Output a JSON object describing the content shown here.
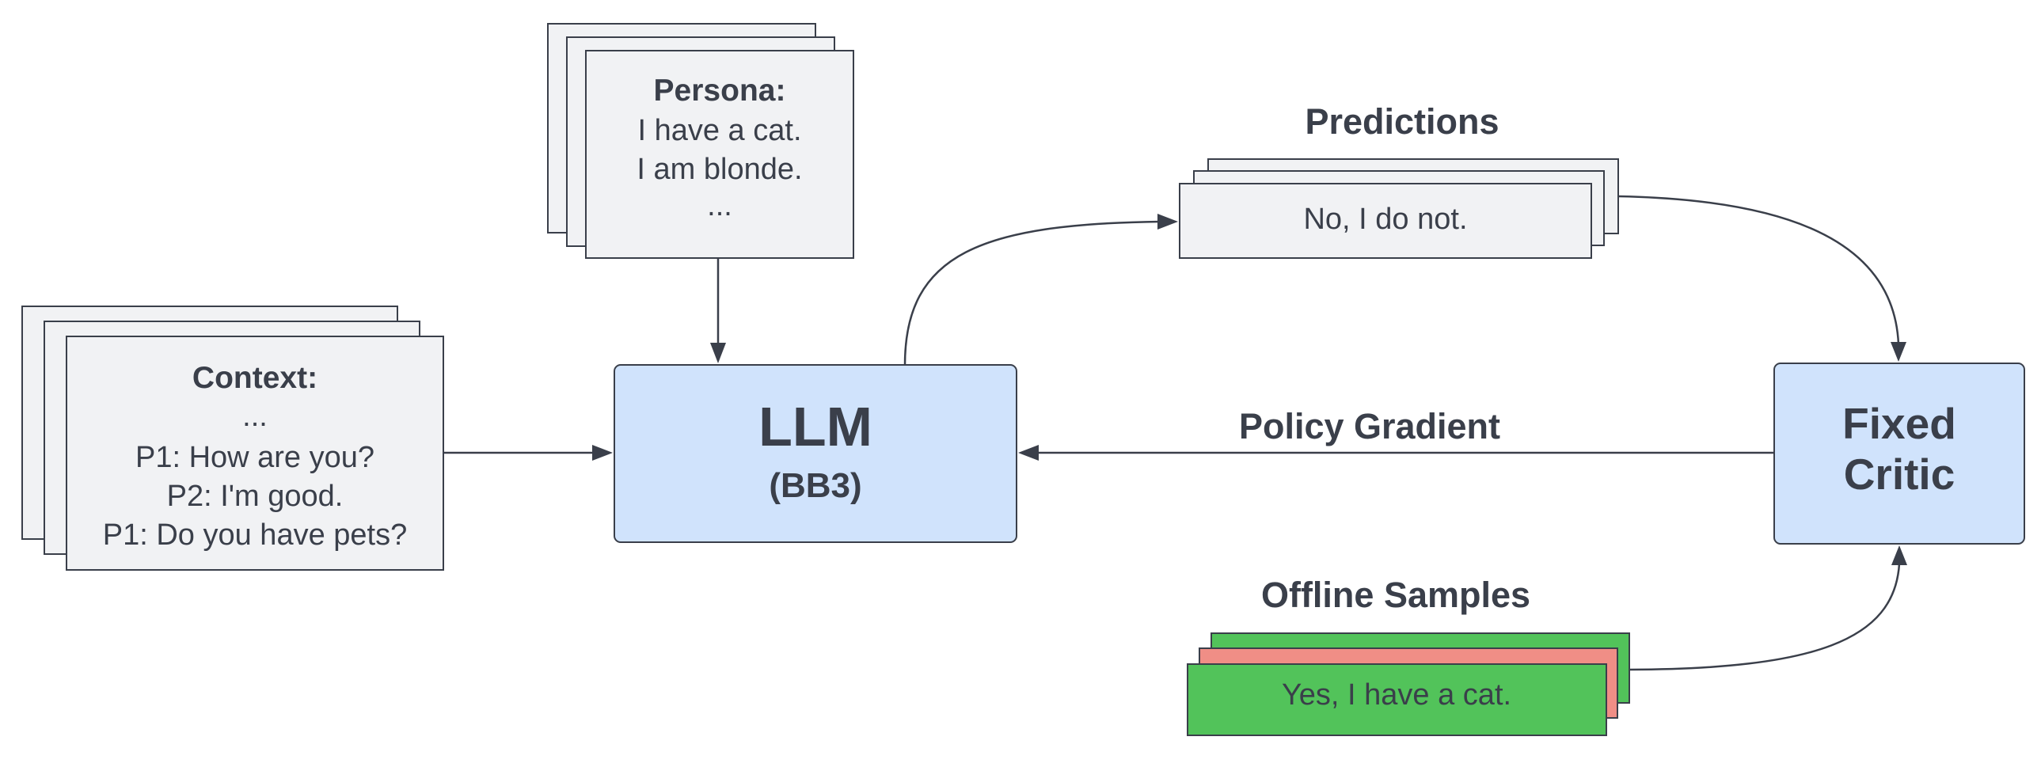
{
  "persona": {
    "title": "Persona:",
    "lines": [
      "I have a cat.",
      "I am blonde.",
      "..."
    ]
  },
  "context": {
    "title": "Context:",
    "lines": [
      "...",
      "P1: How are you?",
      "P2: I'm good.",
      "P1: Do you have pets?"
    ]
  },
  "llm": {
    "title": "LLM",
    "subtitle": "(BB3)"
  },
  "predictions": {
    "label": "Predictions",
    "text": "No, I do not."
  },
  "critic": {
    "line1": "Fixed",
    "line2": "Critic"
  },
  "policy_gradient": {
    "label": "Policy Gradient"
  },
  "offline": {
    "label": "Offline Samples",
    "text": "Yes, I have a cat."
  },
  "colors": {
    "grey_card": "#f1f2f4",
    "blue_box": "#d0e3fc",
    "green_sample": "#52c35a",
    "red_sample": "#f08e86",
    "ink": "#3a3f4a"
  }
}
